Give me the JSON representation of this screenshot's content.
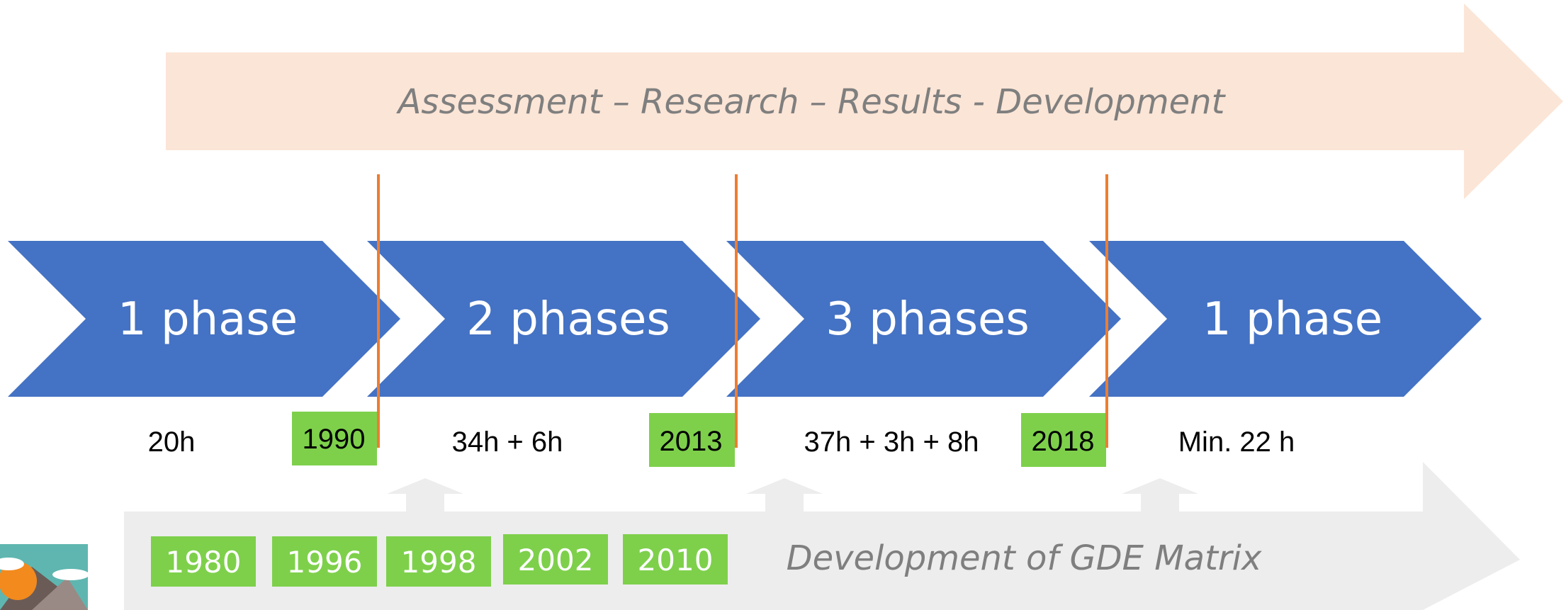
{
  "top_banner": {
    "text": "Assessment – Research – Results - Development",
    "color": "#fbe5d6"
  },
  "phases": [
    {
      "label": "1 phase",
      "hours": "20h"
    },
    {
      "label": "2 phases",
      "hours": "34h + 6h"
    },
    {
      "label": "3 phases",
      "hours": "37h + 3h + 8h"
    },
    {
      "label": "1 phase",
      "hours": "Min. 22 h"
    }
  ],
  "phase_color": "#4472c4",
  "milestones": [
    "1990",
    "2013",
    "2018"
  ],
  "milestone_line_color": "#ed7d31",
  "badge_color": "#7ed04b",
  "bottom_banner": {
    "text": "Development of GDE Matrix",
    "color": "#ededed",
    "years": [
      "1980",
      "1996",
      "1998",
      "2002",
      "2010"
    ]
  }
}
